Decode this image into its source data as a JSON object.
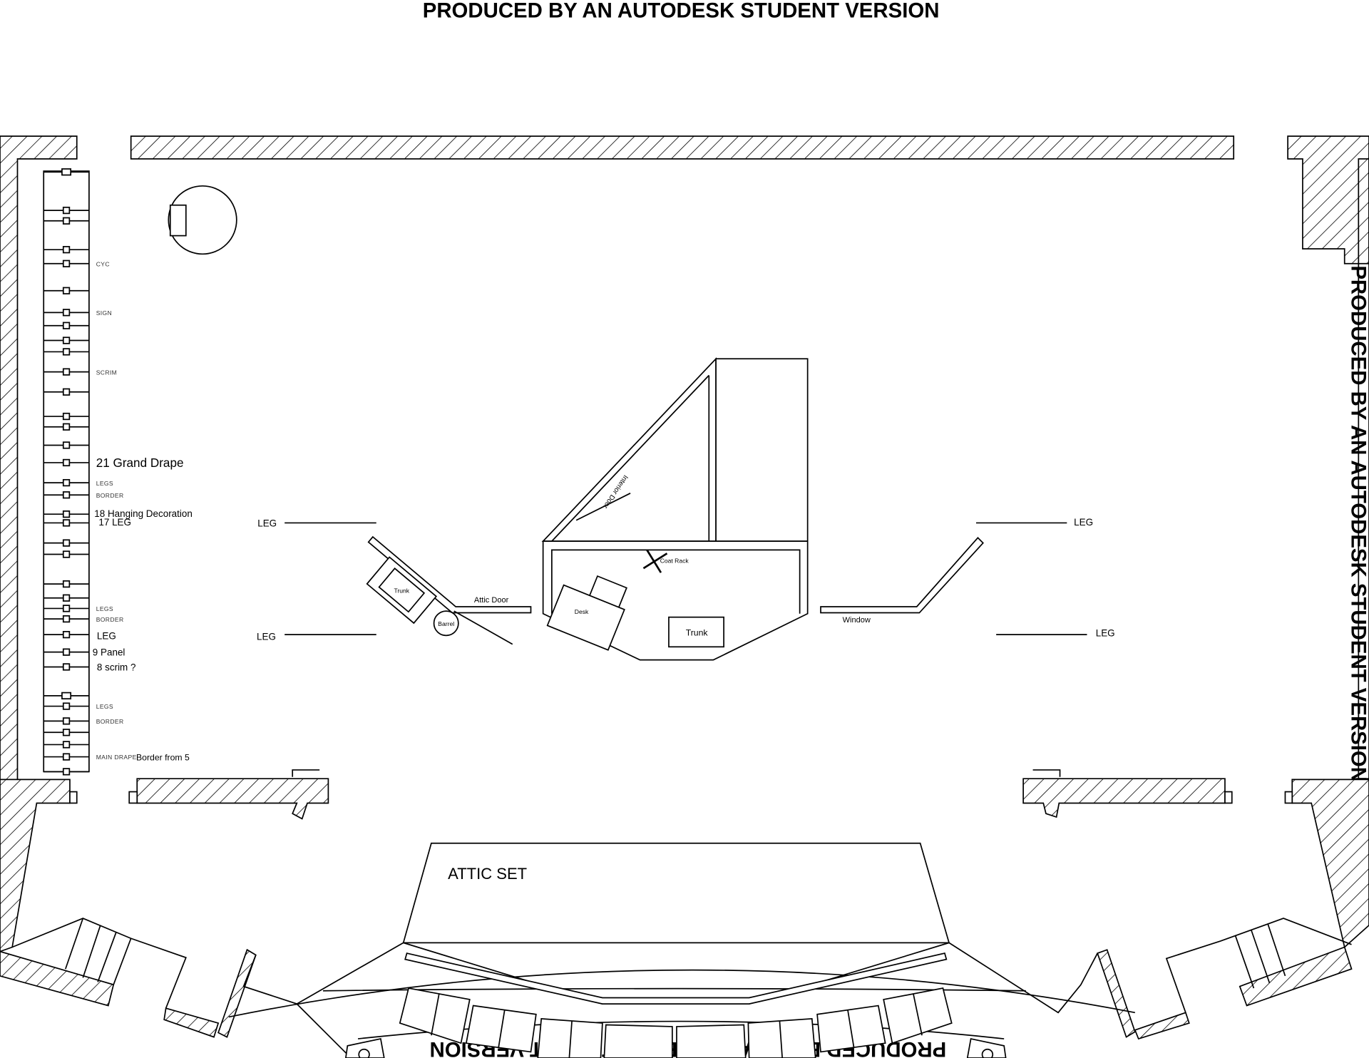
{
  "watermark": "PRODUCED BY AN AUTODESK STUDENT VERSION",
  "lineset": {
    "cyc": "Cyc",
    "sign": "Sign",
    "scrim": "Scrim",
    "grand_drape": "21 Grand Drape",
    "legs_1": "Legs",
    "border_1": "Border",
    "hanging_decoration": "18  Hanging Decoration",
    "leg_17": "17 LEG",
    "legs_2": "Legs",
    "border_2": "Border",
    "leg_10": "LEG",
    "panel_9": "9 Panel",
    "scrim_8": "8 scrim ?",
    "legs_3": "Legs",
    "border_3": "Border",
    "main_drape": "Main Drape",
    "border_from_5": "Border from 5"
  },
  "set": {
    "leg_label": "LEG",
    "interior_door": "Interior Door",
    "coat_rack": "Coat Rack",
    "desk": "Desk",
    "trunk_center": "Trunk",
    "trunk_left": "Trunk",
    "barrel": "Barrel",
    "attic_door": "Attic Door",
    "window": "Window",
    "attic_set": "ATTIC SET"
  }
}
